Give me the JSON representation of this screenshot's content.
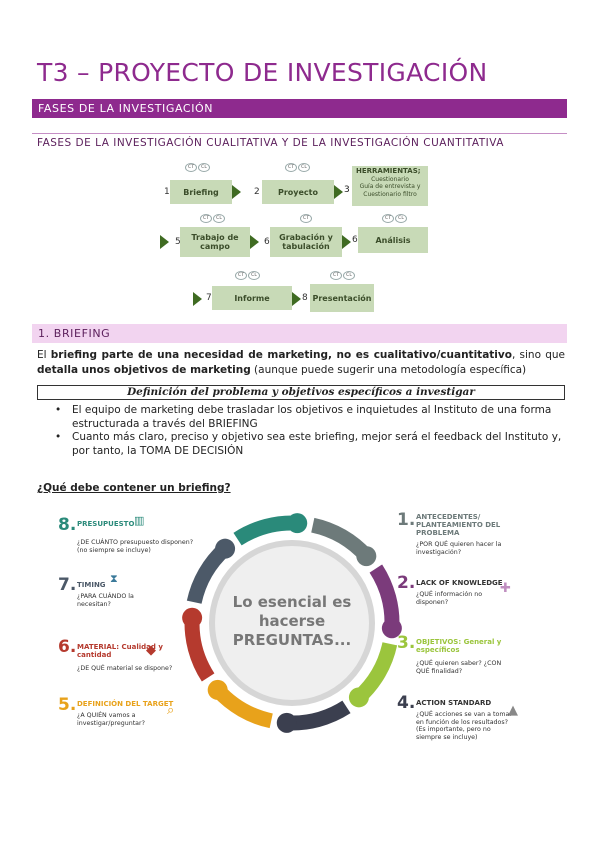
{
  "title": "T3 – PROYECTO DE INVESTIGACIÓN",
  "section_bar": "FASES DE LA INVESTIGACIÓN",
  "subtitle": "FASES DE LA INVESTIGACIÓN CUALITATIVA Y DE LA INVESTIGACIÓN CUANTITATIVA",
  "flow": {
    "steps": [
      {
        "num": "1",
        "label": "Briefing"
      },
      {
        "num": "2",
        "label": "Proyecto"
      },
      {
        "num": "3",
        "label": ""
      },
      {
        "num": "5",
        "label": "Trabajo de campo"
      },
      {
        "num": "6",
        "label": "Grabación y tabulación"
      },
      {
        "num": "6",
        "label": "Análisis"
      },
      {
        "num": "7",
        "label": "Informe"
      },
      {
        "num": "8",
        "label": "Presentación"
      }
    ],
    "tools_title": "HERRAMIENTAS;",
    "tools_lines": [
      "Cuestionario",
      "Guía de entrevista y",
      "Cuestionario filtro"
    ],
    "badge_ct": "CT",
    "badge_cl": "CL"
  },
  "briefing_bar": "1. BRIEFING",
  "para": {
    "p1": "El ",
    "b1": "briefing parte de una necesidad de marketing, no es cualitativo/cuantitativo",
    "p2": ", sino que ",
    "b2": "detalla unos objetivos de marketing",
    "p3": " (aunque puede sugerir una metodología específica)"
  },
  "definition_box": "Definición del problema y objetivos específicos a investigar",
  "bullets": [
    "El equipo de marketing debe trasladar los objetivos e inquietudes al Instituto de una forma estructurada a través del BRIEFING",
    "Cuanto más claro, preciso y objetivo sea este briefing, mejor será el feedback del Instituto y, por tanto, la TOMA DE DECISIÓN"
  ],
  "question_title": "¿Qué debe contener un briefing?",
  "infographic": {
    "center_text": [
      "Lo esencial es",
      "hacerse",
      "PREGUNTAS..."
    ],
    "items": [
      {
        "num": "1.",
        "title": "ANTECEDENTES/ PLANTEAMIENTO DEL PROBLEMA",
        "text": "¿POR QUÉ quieren hacer la investigación?",
        "color": "#6d7a7a"
      },
      {
        "num": "2.",
        "title": "LACK OF KNOWLEDGE",
        "text": "¿QUÉ información no disponen?",
        "color": "#7b3b7b"
      },
      {
        "num": "3.",
        "title": "OBJETIVOS: General y específicos",
        "text": "¿QUÉ quieren saber? ¿CON QUÉ finalidad?",
        "color": "#9bc53d"
      },
      {
        "num": "4.",
        "title": "ACTION STANDARD",
        "text": "¿QUÉ acciones se van a tomar en función de los resultados? (Es importante, pero no siempre se incluye)",
        "color": "#3b3f4f"
      },
      {
        "num": "5.",
        "title": "DEFINICIÓN DEL TARGET",
        "text": "¿A QUIÉN vamos a investigar/preguntar?",
        "color": "#e8a21b"
      },
      {
        "num": "6.",
        "title": "MATERIAL: Cualidad y cantidad",
        "text": "¿DE QUÉ material se dispone?",
        "color": "#b53a2e"
      },
      {
        "num": "7.",
        "title": "TIMING",
        "text": "¿PARA CUÁNDO la necesitan?",
        "color": "#4c5968"
      },
      {
        "num": "8.",
        "title": "PRESUPUESTO",
        "text": "¿DE CUÁNTO presupuesto disponen? (no siempre se incluye)",
        "color": "#2a8a7a"
      }
    ]
  }
}
